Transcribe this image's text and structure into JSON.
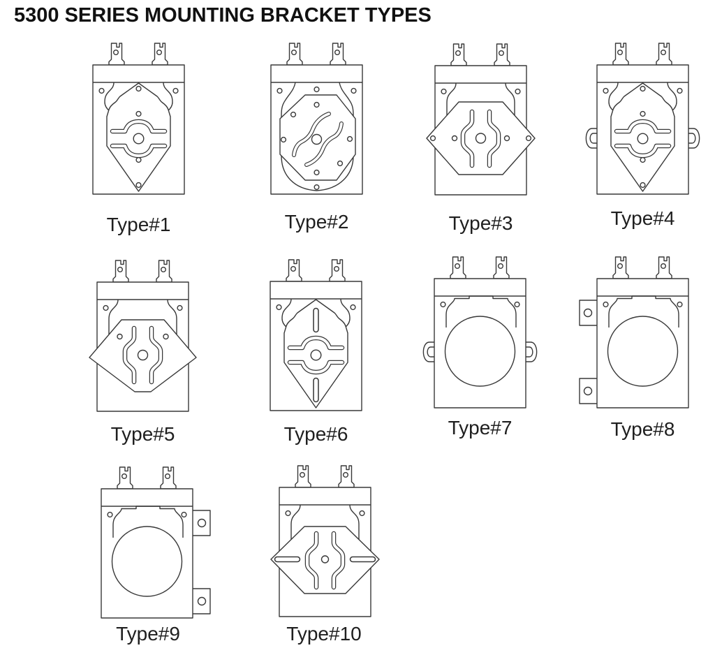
{
  "title": "5300 SERIES MOUNTING BRACKET TYPES",
  "types": [
    {
      "id": 1,
      "label": "Type#1",
      "variant": "shield plate, pointed bottom, curved horizontal slots, five holes"
    },
    {
      "id": 2,
      "label": "Type#2",
      "variant": "octagon plate, s-curved slots, ring of nine holes"
    },
    {
      "id": 3,
      "label": "Type#3",
      "variant": "wide hexagon plate with tip holes, curved vertical slots"
    },
    {
      "id": 4,
      "label": "Type#4",
      "variant": "shield plate with side ear lugs"
    },
    {
      "id": 5,
      "label": "Type#5",
      "variant": "diamond hexagon plate without tip holes, curved vertical slots"
    },
    {
      "id": 6,
      "label": "Type#6",
      "variant": "shield plate with vertical slotted holes"
    },
    {
      "id": 7,
      "label": "Type#7",
      "variant": "open rotor circle with side ear lugs"
    },
    {
      "id": 8,
      "label": "Type#8",
      "variant": "open rotor circle with two left mounting tabs"
    },
    {
      "id": 9,
      "label": "Type#9",
      "variant": "open rotor circle with two right mounting tabs"
    },
    {
      "id": 10,
      "label": "Type#10",
      "variant": "wide hexagon plate with wing slots, curved vertical slots"
    }
  ]
}
